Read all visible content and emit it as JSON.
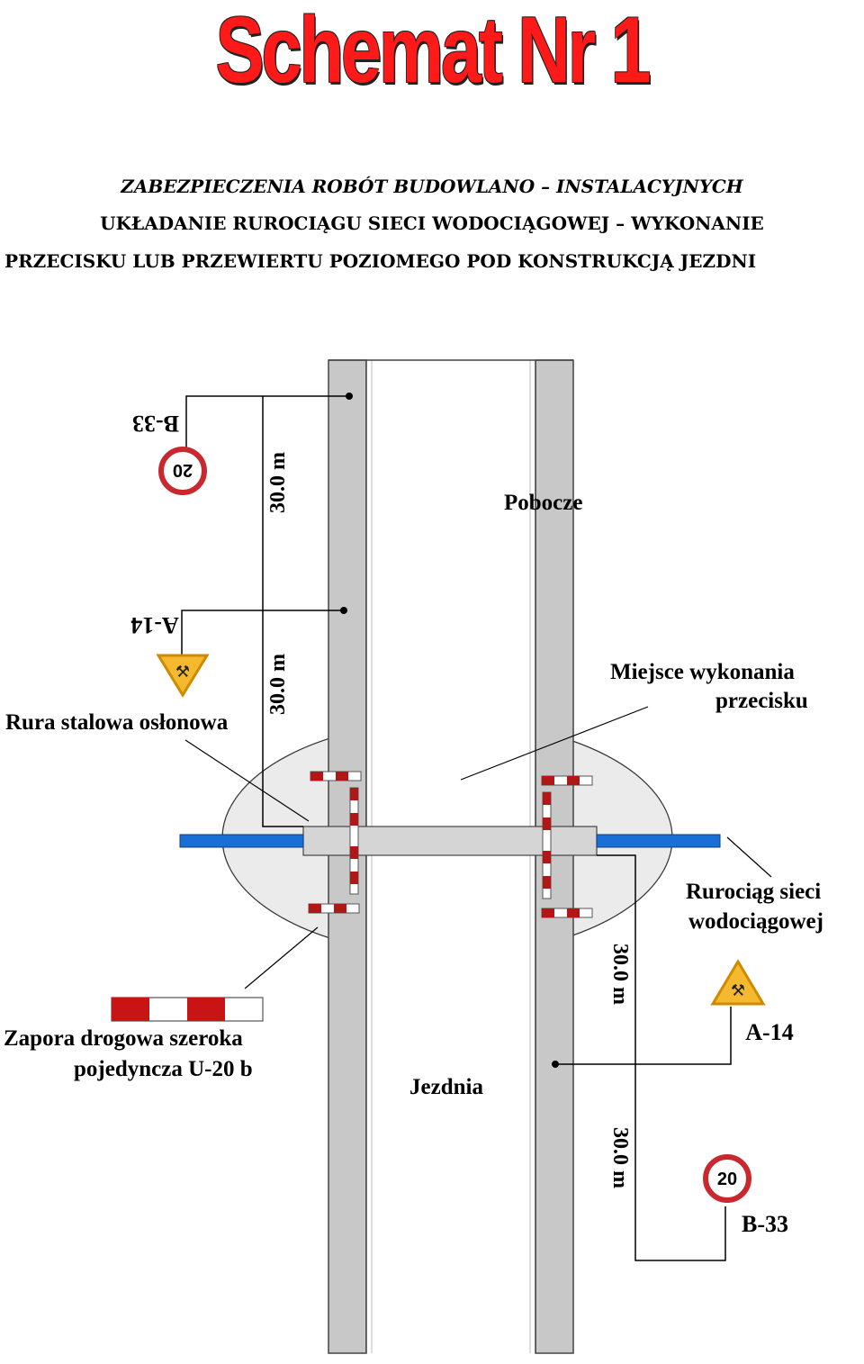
{
  "title": "Schemat Nr 1",
  "subtitle": {
    "line1": "ZABEZPIECZENIA ROBÓT BUDOWLANO – INSTALACYJNYCH",
    "line2": "UKŁADANIE RUROCIĄGU SIECI WODOCIĄGOWEJ – WYKONANIE",
    "line3": "PRZECISKU LUB PRZEWIERTU POZIOMEGO POD KONSTRUKCJĄ JEZDNI"
  },
  "labels": {
    "pobocze": "Pobocze",
    "jezdnia": "Jezdnia",
    "miejsce_line1": "Miejsce wykonania",
    "miejsce_line2": "przecisku",
    "rura": "Rura stalowa osłonowa",
    "rurociag_line1": "Rurociąg sieci",
    "rurociag_line2": "wodociągowej",
    "zapora_line1": "Zapora drogowa szeroka",
    "zapora_line2": "pojedyncza U-20 b"
  },
  "signs": {
    "b33_code": "B-33",
    "b33_value": "20",
    "a14_code": "A-14"
  },
  "distances": {
    "d1": "30.0 m",
    "d2": "30.0 m",
    "d3": "30.0 m",
    "d4": "30.0 m"
  },
  "colors": {
    "title": "#ff1a1a",
    "road_shoulder": "#c8c8c8",
    "pipe": "#1a6fd6",
    "barrier_red": "#b01818",
    "work_area": "#ebebeb"
  }
}
